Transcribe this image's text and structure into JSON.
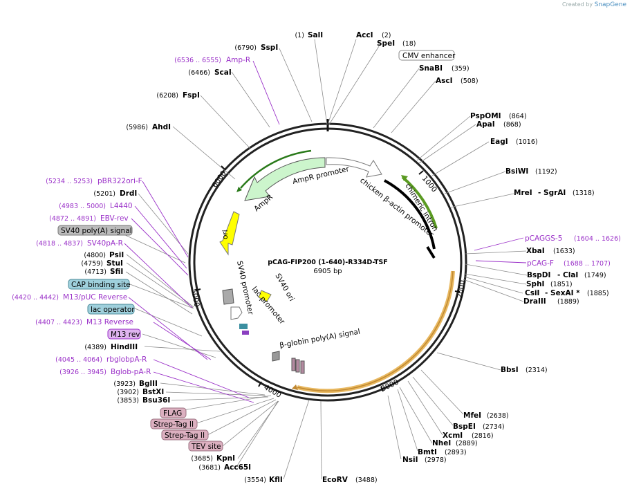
{
  "credit": {
    "prefix": "Created by",
    "brand": "SnapGene"
  },
  "plasmid": {
    "name": "pCAG-FIP200 (1-640)-R334D-TSF",
    "size": "6905 bp"
  },
  "ticks": [
    "1000",
    "2000",
    "3000",
    "4000",
    "5000",
    "6000"
  ],
  "features": {
    "cmv": "CMV enhancer",
    "sv40polya": "SV40 poly(A) signal",
    "cap": "CAP binding site",
    "lacop": "lac operator",
    "m13rev": "M13 rev",
    "flag": "FLAG",
    "strep1": "Strep-Tag II",
    "strep2": "Strep-Tag II",
    "tev": "TEV site",
    "amppromoter": "AmpR promoter",
    "ampr": "AmpR",
    "cba": "chicken β-actin promoter",
    "intron": "chimeric intron",
    "ori": "ori",
    "sv40prom": "SV40 promoter",
    "sv40ori": "SV40 ori",
    "lacprom": "lac promoter",
    "globin": "β-globin poly(A) signal"
  },
  "sites": [
    {
      "pos": "(1)",
      "name": "SalI"
    },
    {
      "pos": "(2)",
      "name": "AccI"
    },
    {
      "pos": "(18)",
      "name": "SpeI"
    },
    {
      "pos": "(359)",
      "name": "SnaBI"
    },
    {
      "pos": "(508)",
      "name": "AscI"
    },
    {
      "pos": "(864)",
      "name": "PspOMI"
    },
    {
      "pos": "(868)",
      "name": "ApaI"
    },
    {
      "pos": "(1016)",
      "name": "EagI"
    },
    {
      "pos": "(1192)",
      "name": "BsiWI"
    },
    {
      "pos": "(1318)",
      "name": "MreI",
      "extra": "- SgrAI"
    },
    {
      "pos": "(1633)",
      "name": "XbaI"
    },
    {
      "pos": "(1749)",
      "name": "BspDI",
      "extra": "- ClaI"
    },
    {
      "pos": "(1851)",
      "name": "SphI"
    },
    {
      "pos": "(1885)",
      "name": "CsiI",
      "extra": "- SexAI *"
    },
    {
      "pos": "(1889)",
      "name": "DraIII"
    },
    {
      "pos": "(2314)",
      "name": "BbsI"
    },
    {
      "pos": "(2638)",
      "name": "MfeI"
    },
    {
      "pos": "(2734)",
      "name": "BspEI"
    },
    {
      "pos": "(2816)",
      "name": "XcmI"
    },
    {
      "pos": "(2889)",
      "name": "NheI"
    },
    {
      "pos": "(2893)",
      "name": "BmtI"
    },
    {
      "pos": "(2978)",
      "name": "NsiI"
    },
    {
      "pos": "(3488)",
      "name": "EcoRV"
    },
    {
      "pos": "(3554)",
      "name": "KflI"
    },
    {
      "pos": "(3681)",
      "name": "Acc65I"
    },
    {
      "pos": "(3685)",
      "name": "KpnI"
    },
    {
      "pos": "(3853)",
      "name": "Bsu36I"
    },
    {
      "pos": "(3902)",
      "name": "BstXI"
    },
    {
      "pos": "(3923)",
      "name": "BglII"
    },
    {
      "pos": "(4389)",
      "name": "HindIII"
    },
    {
      "pos": "(4713)",
      "name": "SfiI"
    },
    {
      "pos": "(4759)",
      "name": "StuI"
    },
    {
      "pos": "(4800)",
      "name": "PsiI"
    },
    {
      "pos": "(5201)",
      "name": "DrdI"
    },
    {
      "pos": "(5986)",
      "name": "AhdI"
    },
    {
      "pos": "(6208)",
      "name": "FspI"
    },
    {
      "pos": "(6466)",
      "name": "ScaI"
    },
    {
      "pos": "(6790)",
      "name": "SspI"
    }
  ],
  "primers": [
    {
      "pos": "(6536 .. 6555)",
      "name": "Amp-R"
    },
    {
      "pos": "(1604 .. 1626)",
      "name": "pCAGGS-5"
    },
    {
      "pos": "(1688 .. 1707)",
      "name": "pCAG-F"
    },
    {
      "pos": "(5234 .. 5253)",
      "name": "pBR322ori-F"
    },
    {
      "pos": "(4983 .. 5000)",
      "name": "L4440"
    },
    {
      "pos": "(4872 .. 4891)",
      "name": "EBV-rev"
    },
    {
      "pos": "(4818 .. 4837)",
      "name": "SV40pA-R"
    },
    {
      "pos": "(4420 .. 4442)",
      "name": "M13/pUC Reverse"
    },
    {
      "pos": "(4407 .. 4423)",
      "name": "M13 Reverse"
    },
    {
      "pos": "(4045 .. 4064)",
      "name": "rbglobpA-R"
    },
    {
      "pos": "(3926 .. 3945)",
      "name": "Bglob-pA-R"
    }
  ],
  "colors": {
    "primer": "#9a30c8",
    "promoter_fill": "#ccf5cc",
    "intron_fill": "#8fd14f",
    "ori_fill": "#ffff00",
    "polya_fill": "#f7c97a",
    "tag_fill": "#dcb0c0",
    "cap_fill": "#9fd0dc"
  }
}
